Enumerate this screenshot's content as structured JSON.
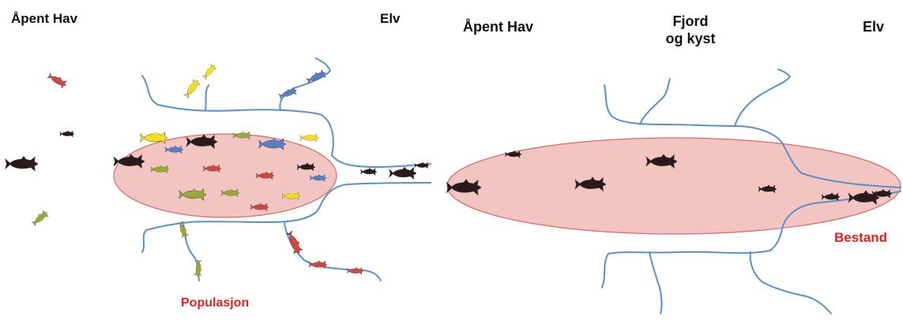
{
  "left_panel": {
    "open_sea_label": "Åpent Hav",
    "river_label": "Elv",
    "population_label": "Populasjon"
  },
  "right_panel": {
    "open_sea_label": "Åpent Hav",
    "fjord_label_line1": "Fjord",
    "fjord_label_line2": "og kyst",
    "river_label": "Elv",
    "stock_label": "Bestand"
  },
  "colors": {
    "river": "#5b8fc7",
    "ellipse_fill": "#f2c4c2",
    "ellipse_stroke": "#d46a66",
    "label_red": "#e02020",
    "fish_dark": "#2b1a1a",
    "fish_yellow": "#f2df1f",
    "fish_blue": "#5a7fc0",
    "fish_green": "#9aa83a",
    "fish_red": "#c94a44"
  }
}
